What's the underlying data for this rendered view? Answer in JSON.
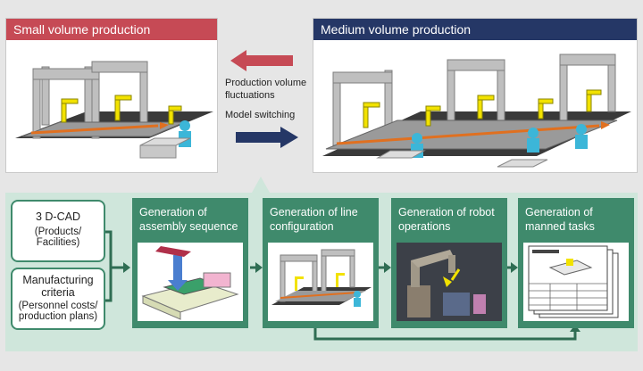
{
  "panels": {
    "small": {
      "title": "Small volume production"
    },
    "medium": {
      "title": "Medium volume production"
    }
  },
  "middle": {
    "fluctuations_label": "Production volume fluctuations",
    "switching_label": "Model switching"
  },
  "inputs": {
    "cad": {
      "title": "3 D-CAD",
      "detail": "(Products/ Facilities)"
    },
    "criteria": {
      "title": "Manufacturing criteria",
      "detail": "(Personnel costs/ production plans)"
    }
  },
  "steps": [
    {
      "title": "Generation of assembly sequence"
    },
    {
      "title": "Generation of line configuration"
    },
    {
      "title": "Generation of robot operations"
    },
    {
      "title": "Generation of manned tasks"
    }
  ],
  "colors": {
    "small_header": "#c64a55",
    "medium_header": "#253766",
    "step_green": "#3f8a6c",
    "process_bg": "#cfe6db",
    "conveyor_arrow": "#e07020",
    "robot_yellow": "#f2e200",
    "worker_cyan": "#3cb6d8"
  }
}
